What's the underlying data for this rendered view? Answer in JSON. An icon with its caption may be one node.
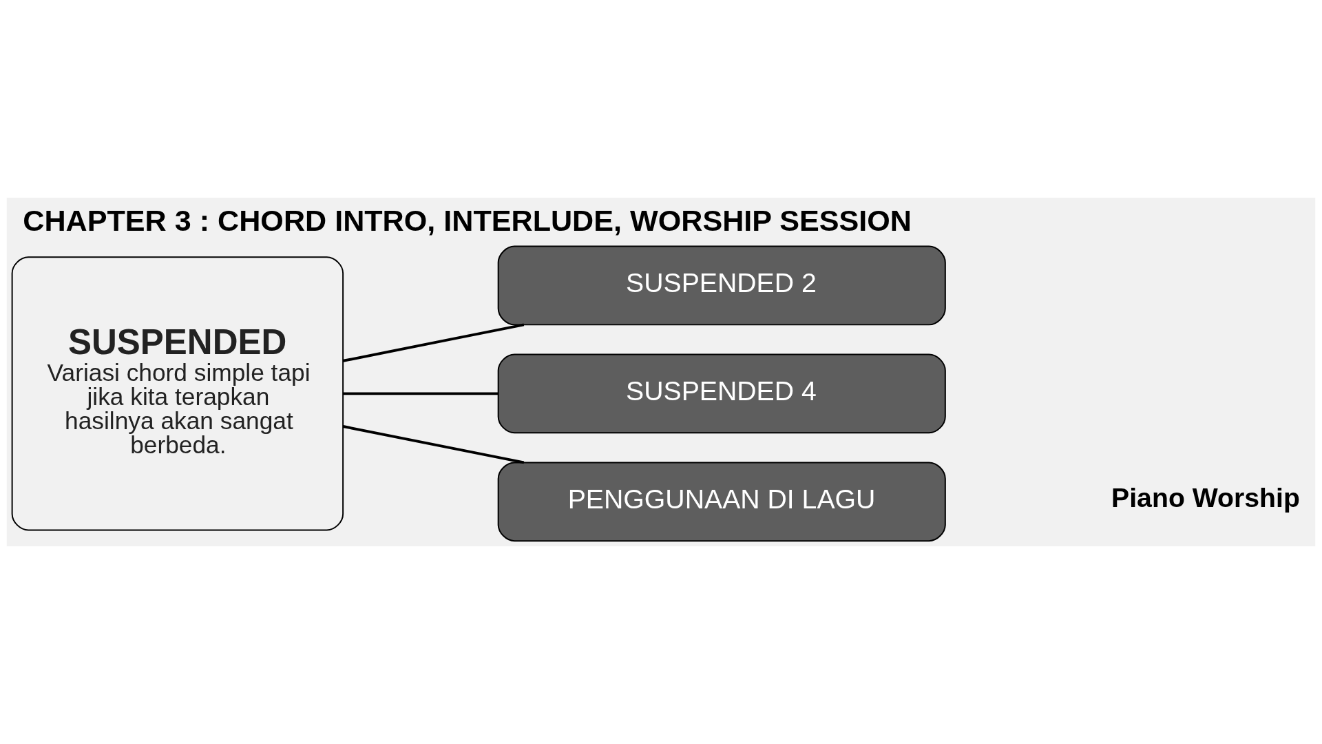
{
  "diagram": {
    "title": "CHAPTER 3 : CHORD INTRO, INTERLUDE, WORSHIP SESSION",
    "nodes": [
      {
        "text": [
          "SUSPENDED",
          "Variasi chord simple tapi jika kita terapkan hasilnya akan sangat berbeda."
        ]
      },
      {
        "text": [
          "SUSPENDED 2"
        ]
      },
      {
        "text": [
          "SUSPENDED 4"
        ]
      },
      {
        "text": [
          "PENGGUNAAN DI LAGU"
        ]
      }
    ],
    "edges": [
      {
        "from": 0,
        "to": 1,
        "arrow": "none"
      },
      {
        "from": 0,
        "to": 2,
        "arrow": "none"
      },
      {
        "from": 0,
        "to": 3,
        "arrow": "none"
      }
    ],
    "labels": [
      "Piano Worship"
    ]
  }
}
